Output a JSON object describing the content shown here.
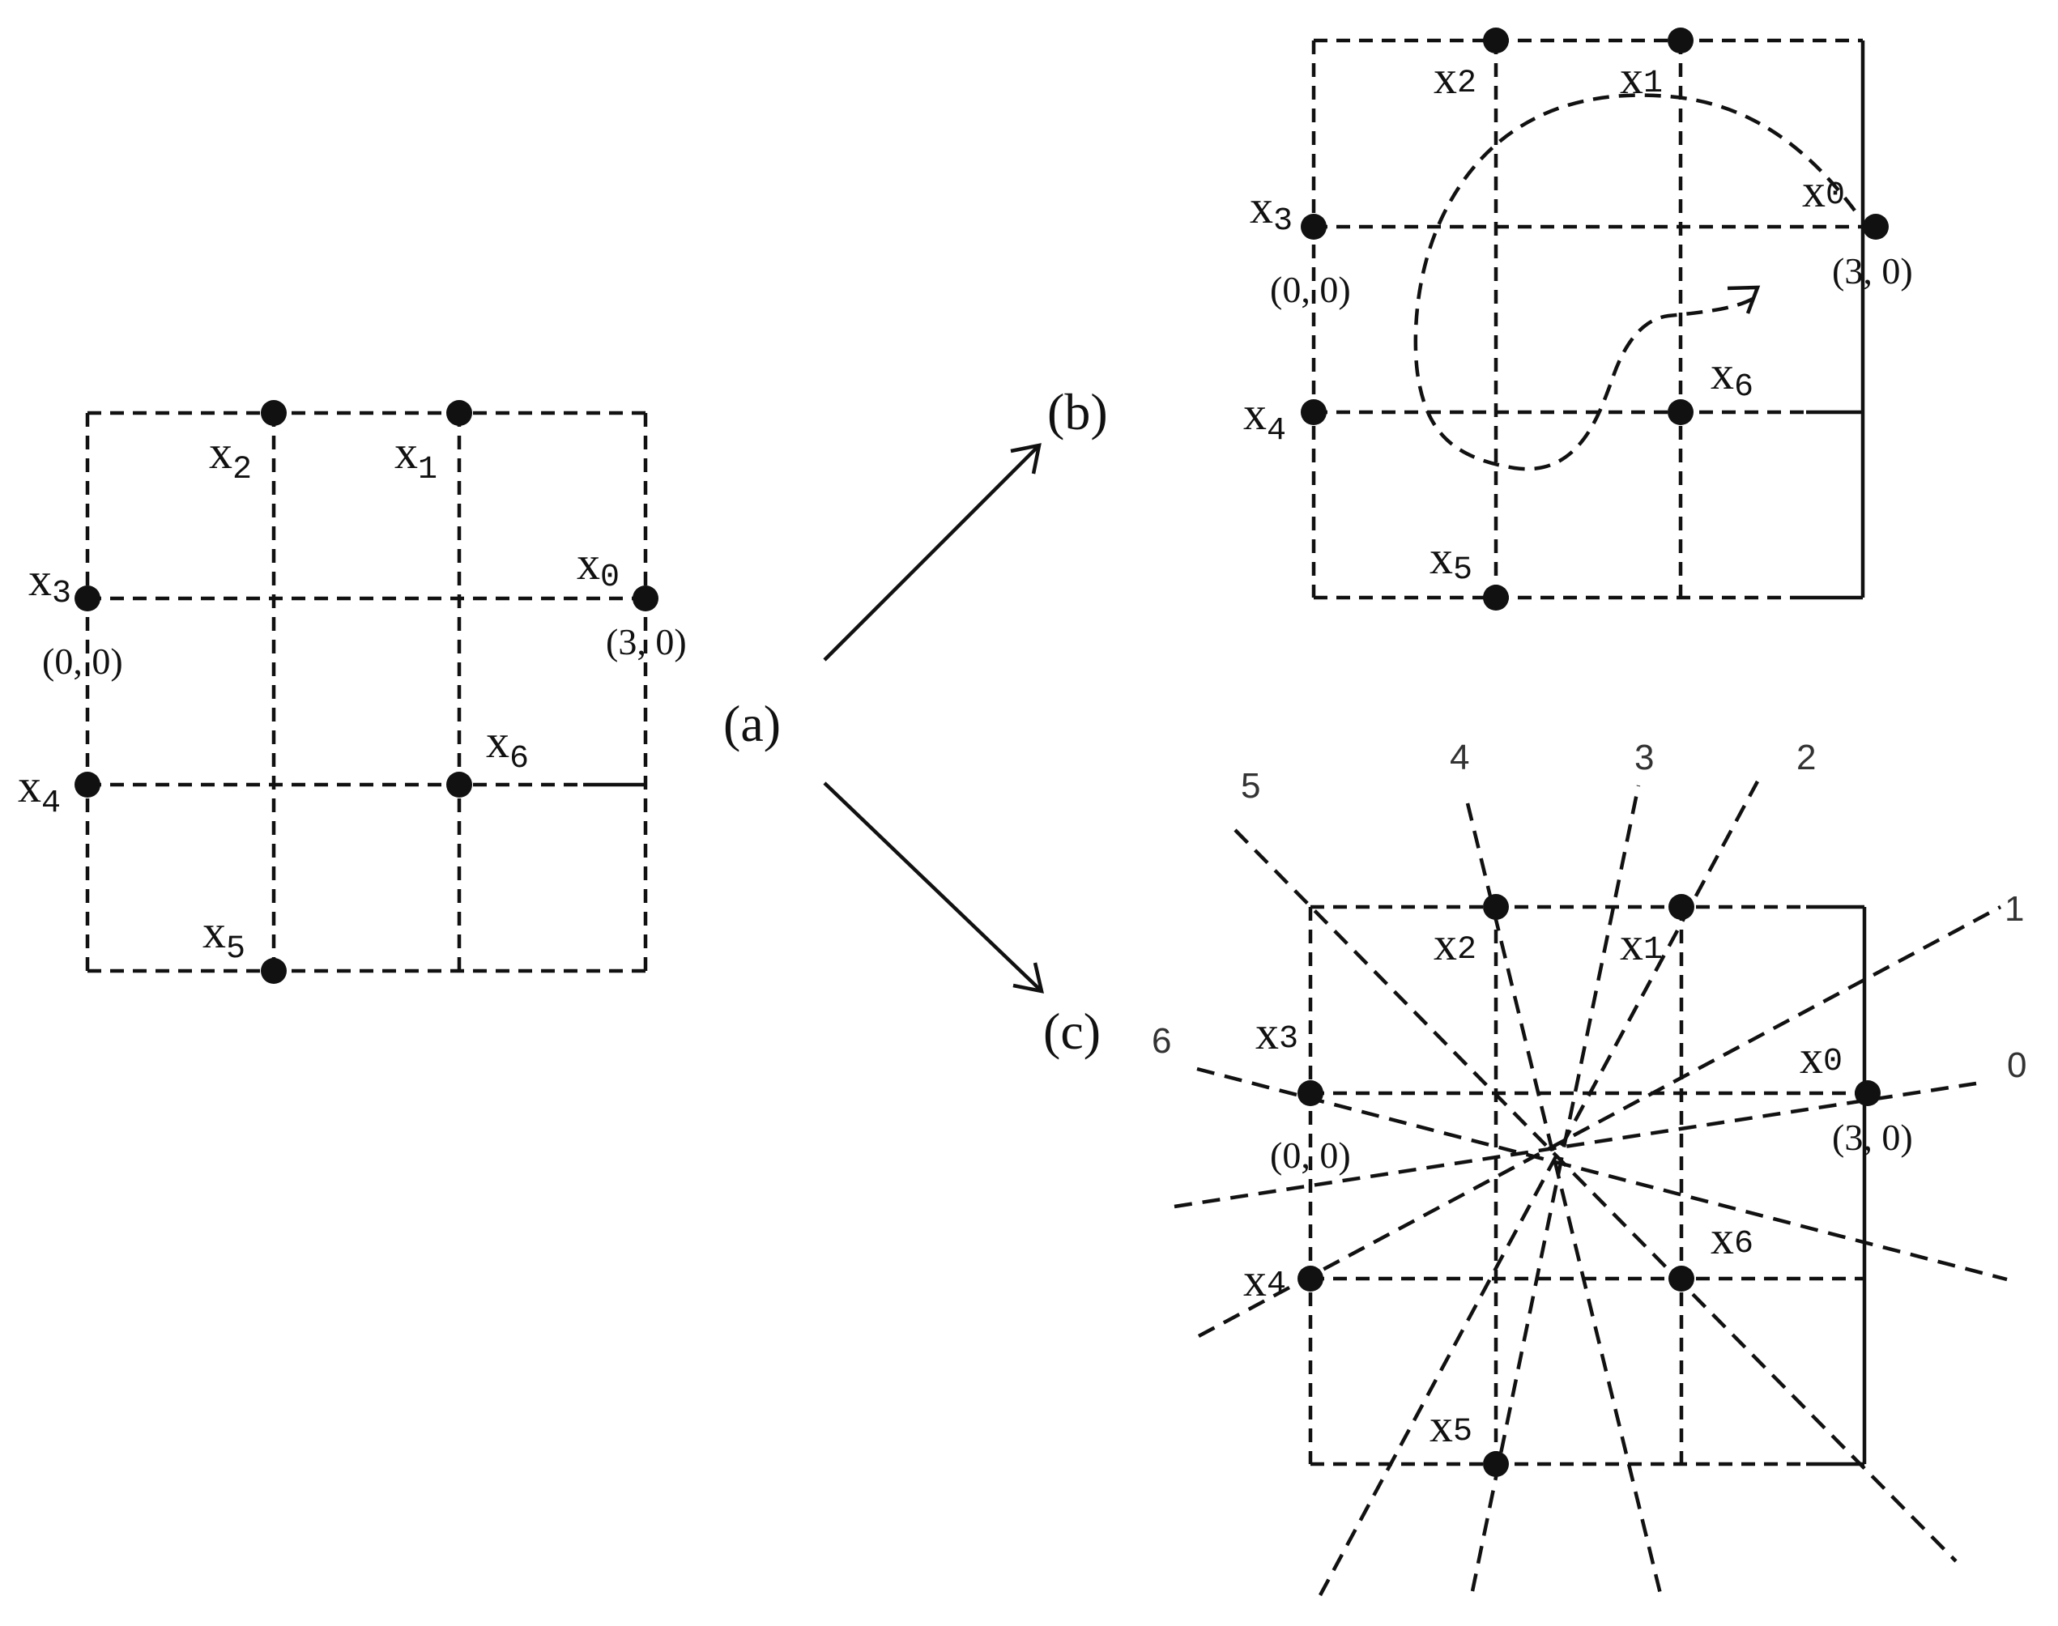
{
  "panels": {
    "a": {
      "label": "(a)"
    },
    "b": {
      "label": "(b)"
    },
    "c": {
      "label": "(c)"
    }
  },
  "nodes": [
    {
      "id": "x0",
      "letter": "x",
      "sub": "0",
      "grid": [
        3,
        0
      ]
    },
    {
      "id": "x1",
      "letter": "x",
      "sub": "1",
      "grid": [
        2,
        1
      ]
    },
    {
      "id": "x2",
      "letter": "x",
      "sub": "2",
      "grid": [
        1,
        1
      ]
    },
    {
      "id": "x3",
      "letter": "x",
      "sub": "3",
      "grid": [
        0,
        0
      ]
    },
    {
      "id": "x4",
      "letter": "x",
      "sub": "4",
      "grid": [
        0,
        -1
      ]
    },
    {
      "id": "x5",
      "letter": "x",
      "sub": "5",
      "grid": [
        1,
        -2
      ]
    },
    {
      "id": "x6",
      "letter": "x",
      "sub": "6",
      "grid": [
        2,
        -1
      ]
    }
  ],
  "coordinates": {
    "origin": "(0, 0)",
    "x0_point": "(3, 0)"
  },
  "rays": {
    "labels": [
      "0",
      "1",
      "2",
      "3",
      "4",
      "5",
      "6"
    ]
  }
}
